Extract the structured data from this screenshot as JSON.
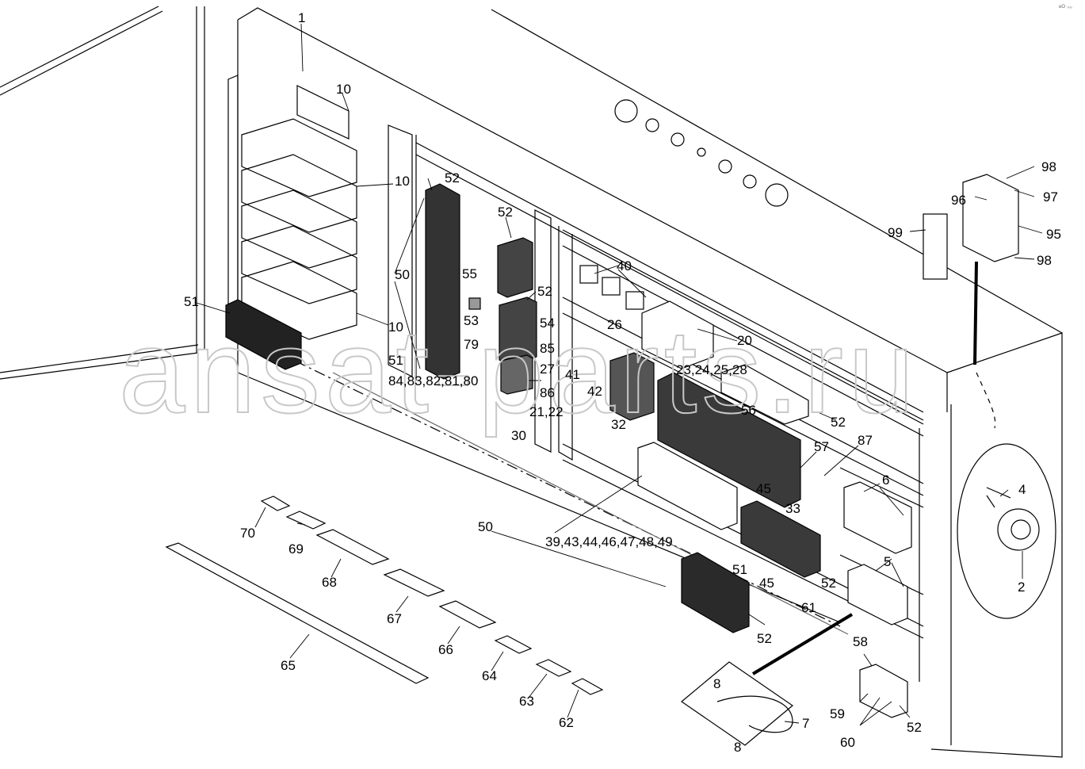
{
  "watermark": "ansat-parts.ru",
  "corner_mark": "ᵉᴼ ◦◦",
  "callouts": {
    "c1": "1",
    "c10a": "10",
    "c10b": "10",
    "c10c": "10",
    "c51a": "51",
    "c51b": "51",
    "c51c": "51",
    "c50a": "50",
    "c50b": "50",
    "c52a": "52",
    "c52b": "52",
    "c52c": "52",
    "c52d": "52",
    "c52e": "52",
    "c52f": "52",
    "c52g": "52",
    "c55": "55",
    "c53": "53",
    "c54": "54",
    "c79": "79",
    "c85": "85",
    "c27": "27",
    "c86": "86",
    "c84_80": "84,83,82,81,80",
    "c21_22": "21,22",
    "c30": "30",
    "c40": "40",
    "c26": "26",
    "c20": "20",
    "c23_28": "23,24,25,28",
    "c41": "41",
    "c42": "42",
    "c32": "32",
    "c56": "56",
    "c57": "57",
    "c87": "87",
    "c33": "33",
    "c6": "6",
    "c4": "4",
    "c2": "2",
    "c5": "5",
    "c45a": "45",
    "c45b": "45",
    "c61": "61",
    "c39_49": "39,43,44,46,47,48,49",
    "c58": "58",
    "c59": "59",
    "c60": "60",
    "c7": "7",
    "c8a": "8",
    "c8b": "8",
    "c70": "70",
    "c69": "69",
    "c68": "68",
    "c67": "67",
    "c66": "66",
    "c65": "65",
    "c64": "64",
    "c63": "63",
    "c62": "62",
    "c98a": "98",
    "c96": "96",
    "c97": "97",
    "c95": "95",
    "c98b": "98",
    "c99": "99"
  }
}
